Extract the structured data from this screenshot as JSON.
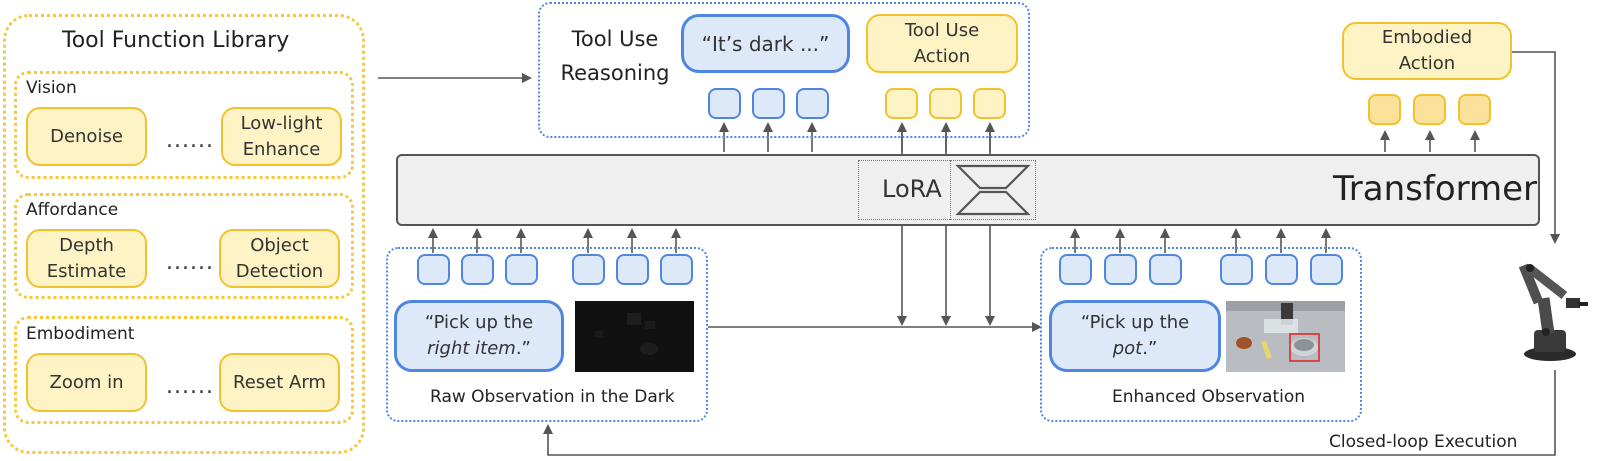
{
  "library": {
    "title": "Tool Function Library",
    "sections": [
      {
        "name": "Vision",
        "tools": [
          "Denoise",
          "Low-light Enhance"
        ],
        "ellipsis": "......"
      },
      {
        "name": "Affordance",
        "tools": [
          "Depth Estimate",
          "Object Detection"
        ],
        "ellipsis": "......"
      },
      {
        "name": "Embodiment",
        "tools": [
          "Zoom in",
          "Reset Arm"
        ],
        "ellipsis": "......"
      }
    ]
  },
  "reasoning": {
    "label": "Tool Use Reasoning",
    "thought": "“It’s dark ...”",
    "action": "Tool Use Action"
  },
  "embodied": {
    "label": "Embodied Action"
  },
  "transformer": {
    "label": "Transformer",
    "lora": "LoRA"
  },
  "raw_obs": {
    "instruction_prefix": "“Pick up the",
    "instruction_emph": "right item",
    "instruction_suffix": ".”",
    "caption": "Raw Observation in the Dark"
  },
  "enh_obs": {
    "instruction_prefix": "“Pick up the",
    "instruction_emph": "pot",
    "instruction_suffix": ".”",
    "caption": "Enhanced Observation"
  },
  "loop": {
    "label": "Closed-loop Execution"
  },
  "colors": {
    "blue": "#4f86e0",
    "blue_fill": "#dde8f9",
    "yellow": "#f2c12e",
    "yellow_fill": "#fdf3c4",
    "arrow": "#555555"
  }
}
